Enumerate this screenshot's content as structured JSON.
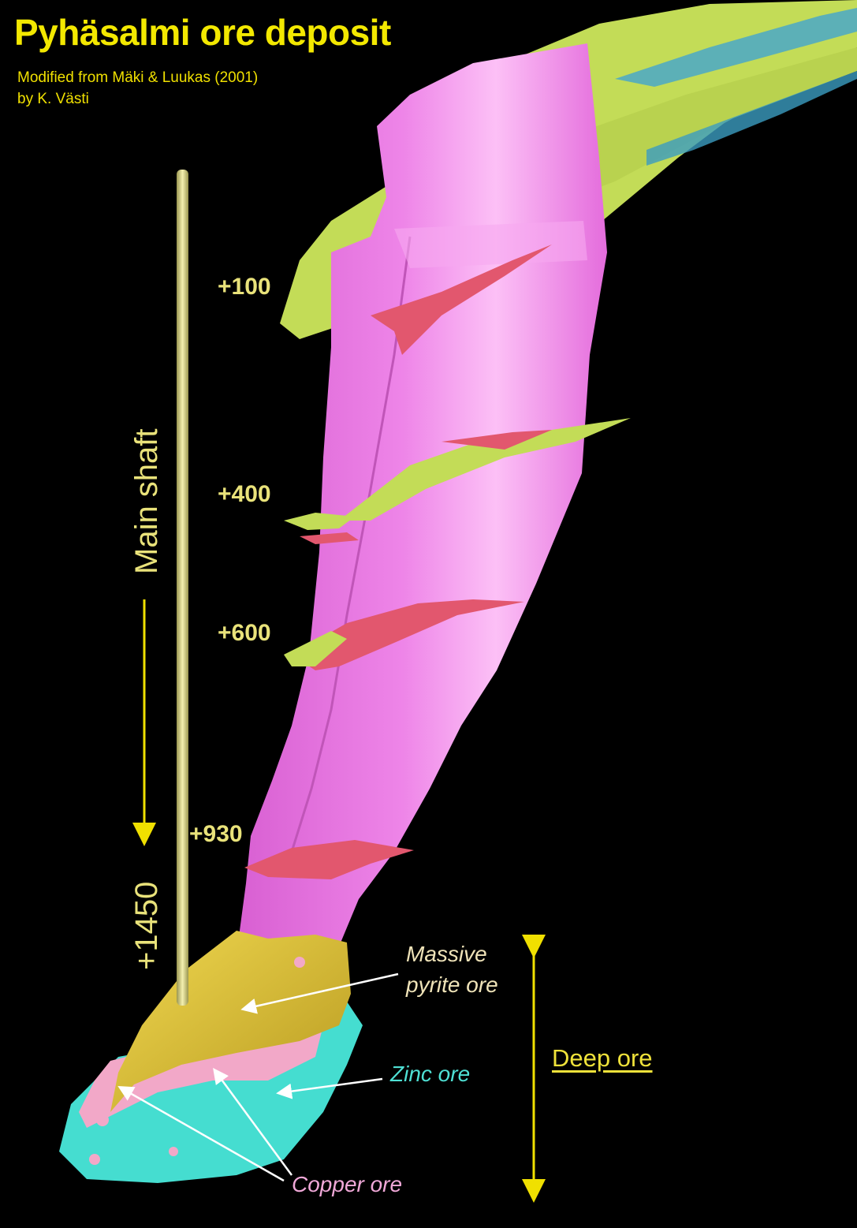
{
  "title": "Pyhäsalmi ore deposit",
  "credit_line1": "Modified from Mäki & Luukas (2001)",
  "credit_line2": "by K. Västi",
  "shaft": {
    "label": "Main shaft",
    "depth_label": "+1450"
  },
  "levels": [
    "+100",
    "+400",
    "+600",
    "+930"
  ],
  "ore_labels": {
    "massive_pyrite_line1": "Massive",
    "massive_pyrite_line2": "pyrite ore",
    "zinc": "Zinc ore",
    "copper": "Copper ore",
    "deep": "Deep ore"
  },
  "colors": {
    "background": "#000000",
    "title": "#f3e800",
    "labels": "#e9e27a",
    "host_rock": "#c3dc57",
    "ore_body": "#ee84e6",
    "cross_section": "#e2576e",
    "massive_pyrite": "#d8bf36",
    "zinc_ore": "#45ddd0",
    "copper_ore": "#f2a8c8",
    "arrow": "#f0e000"
  }
}
